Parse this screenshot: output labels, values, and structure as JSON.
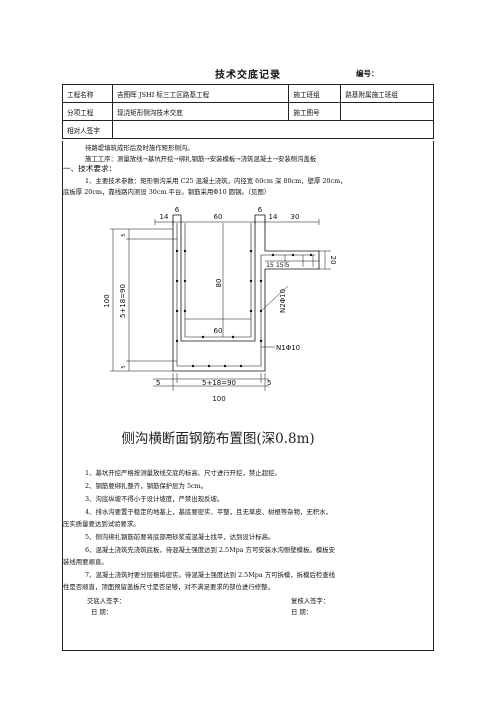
{
  "doc": {
    "title": "技术交底记录",
    "doc_no_label": "编号："
  },
  "header": {
    "project_label": "工程名称",
    "project_value": "吉图晖 JSHI 标三工区路基工程",
    "crew_label": "施工班组",
    "crew_value": "路基附属施工班组",
    "item_label": "分项工程",
    "item_value": "现浇矩形侧沟技术交底",
    "drawing_label": "施工图号",
    "drawing_value": "",
    "signer_label": "相对人签字"
  },
  "content": {
    "line1": "待路堤填筑成形后及时施作矩形侧沟。",
    "line2": "施工工序：测量放线→基坑开挖→绑扎钢筋→安装模板→浇筑混凝土→安装侧沟盖板",
    "section1": "一、技术要求：",
    "item1a": "1、主要技术参数：矩形侧沟采用 C25 混凝土浇筑，内径宽 60cm 深 80cm，壁厚 20cm，",
    "item1b": "底板厚 20cm，靠线路内测设 30cm 平台。钢筋采用Φ10 圆钢。（见图）",
    "items": [
      "1、基坑开挖严格按测量放线交底的标高、尺寸进行开挖，禁止超挖。",
      "2、钢筋要绑扎整齐，钢筋保护层为 5cm。",
      "3、沟底纵坡不得小于设计坡度，严禁出现反坡。",
      "4、排水沟要置于稳定的地基上，基底要密实、平整，且无草皮、树根等杂物，无积水，",
      "压实质量要达到试验要求。",
      "5、侧沟绑扎钢筋前要将底部用砂浆或混凝土找平，达到设计标高。",
      "6、混凝土浇筑先浇筑底板，待混凝土强度达到 2.5Mpa 方可安装水沟侧壁模板。模板安",
      "装线用要顺直。",
      "7、混凝土浇筑时要分层振捣密实。待混凝土强度达到 2.5Mpa 方可拆模，拆模后检查线",
      "性是否顺直，顶面预留盖板尺寸是否足够，对不满足要求的部位进行修整。"
    ],
    "sign_left": "交底人签字：",
    "date_left": "日        期：",
    "sign_right": "复核人签字：",
    "date_right": "日        期："
  },
  "drawing": {
    "caption": "侧沟横断面钢筋布置图(深0.8m)",
    "dim_top": [
      "14",
      "60",
      "14",
      "30"
    ],
    "dim_six_left": "6",
    "dim_six_right": "6",
    "dim_left_outer": "100",
    "dim_left_inner": "5+18=90",
    "dim_left_top": "5",
    "dim_left_bottom": "5",
    "dim_inner_depth": "80",
    "dim_inner_width": "60",
    "dim_platform": "15 15 5",
    "dim_right": "20",
    "rebar_n2": "N2Φ10",
    "rebar_n1": "N1Φ10",
    "dim_bottom_left": "5",
    "dim_bottom_mid": "5+18=90",
    "dim_bottom_right": "5",
    "dim_bottom_total": "100"
  }
}
